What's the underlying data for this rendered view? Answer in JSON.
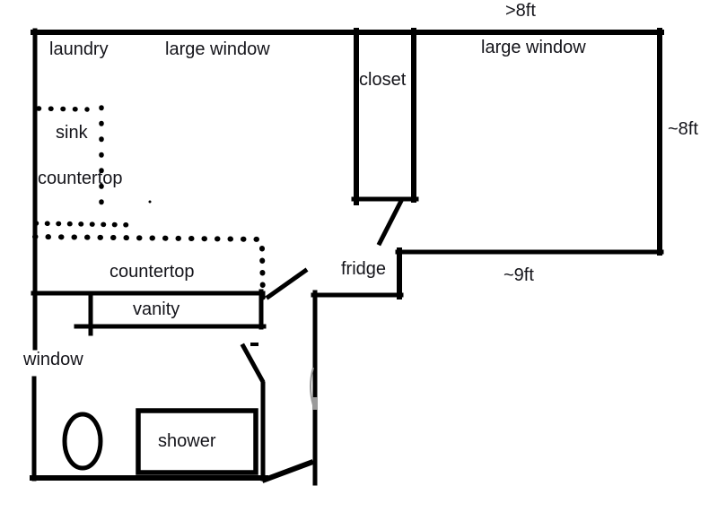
{
  "drawing": {
    "type": "hand-drawn floor plan sketch",
    "labels": {
      "laundry": "laundry",
      "large_window_left": "large window",
      "large_window_right": "large window",
      "closet": "closet",
      "sink": "sink",
      "countertop_upper": "countertop",
      "countertop_lower": "countertop",
      "fridge": "fridge",
      "vanity": "vanity",
      "window": "window",
      "shower": "shower"
    },
    "dimensions": {
      "top": ">8ft",
      "right": "~8ft",
      "bottom": "~9ft"
    },
    "colors": {
      "ink": "#000000",
      "text": "#14141a",
      "smudge": "#9b9b9b",
      "background": "#ffffff"
    }
  }
}
